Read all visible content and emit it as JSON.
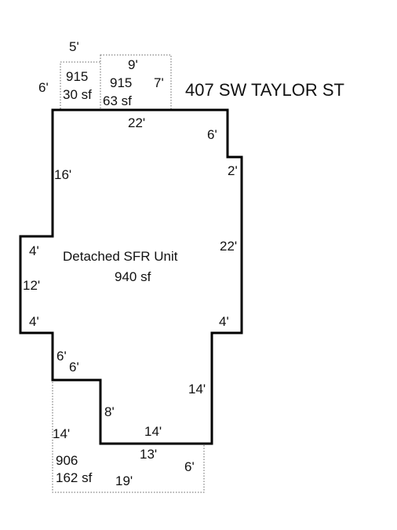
{
  "address": "407 SW TAYLOR ST",
  "main_unit": {
    "name": "Detached SFR Unit",
    "area": "940 sf"
  },
  "areas": [
    {
      "code": "915",
      "area": "30 sf"
    },
    {
      "code": "915",
      "area": "63 sf"
    },
    {
      "code": "906",
      "area": "162 sf"
    }
  ],
  "dimensions": [
    "5'",
    "6'",
    "9'",
    "7'",
    "22'",
    "6'",
    "2'",
    "16'",
    "22'",
    "4'",
    "12'",
    "4'",
    "4'",
    "6'",
    "6'",
    "14'",
    "8'",
    "14'",
    "14'",
    "13'",
    "6'",
    "19'"
  ],
  "colors": {
    "outline": "#000000",
    "dotted": "#666666",
    "text": "#111111"
  }
}
